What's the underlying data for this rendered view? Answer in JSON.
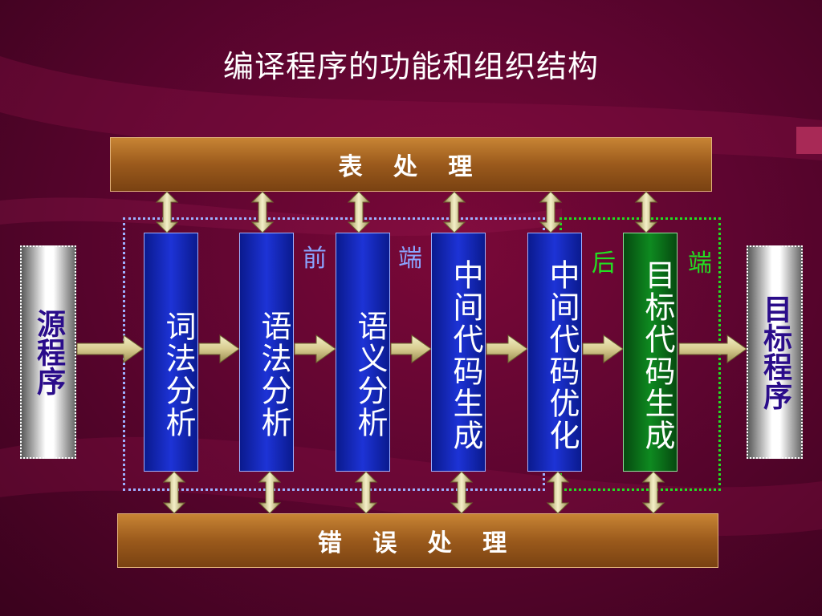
{
  "title": "编译程序的功能和组织结构",
  "table_bar": "表 处 理",
  "error_bar": "错 误 处 理",
  "source": "源程序",
  "target": "目标程序",
  "front_end": {
    "left": "前",
    "right": "端"
  },
  "back_end": {
    "left": "后",
    "right": "端"
  },
  "phases": [
    {
      "label": "词法分析",
      "color": "blue"
    },
    {
      "label": "语法分析",
      "color": "blue"
    },
    {
      "label": "语义分析",
      "color": "blue"
    },
    {
      "label": "中间代码生成",
      "color": "blue"
    },
    {
      "label": "中间代码优化",
      "color": "blue"
    },
    {
      "label": "目标代码生成",
      "color": "green"
    }
  ],
  "colors": {
    "background": "#5e0530",
    "bar": "#9b5a1c",
    "phase_blue": "#1d33d6",
    "phase_green": "#0e8a20",
    "front_label": "#8aa4ff",
    "back_label": "#22e022",
    "source_target_text": "#2a0c8a"
  }
}
